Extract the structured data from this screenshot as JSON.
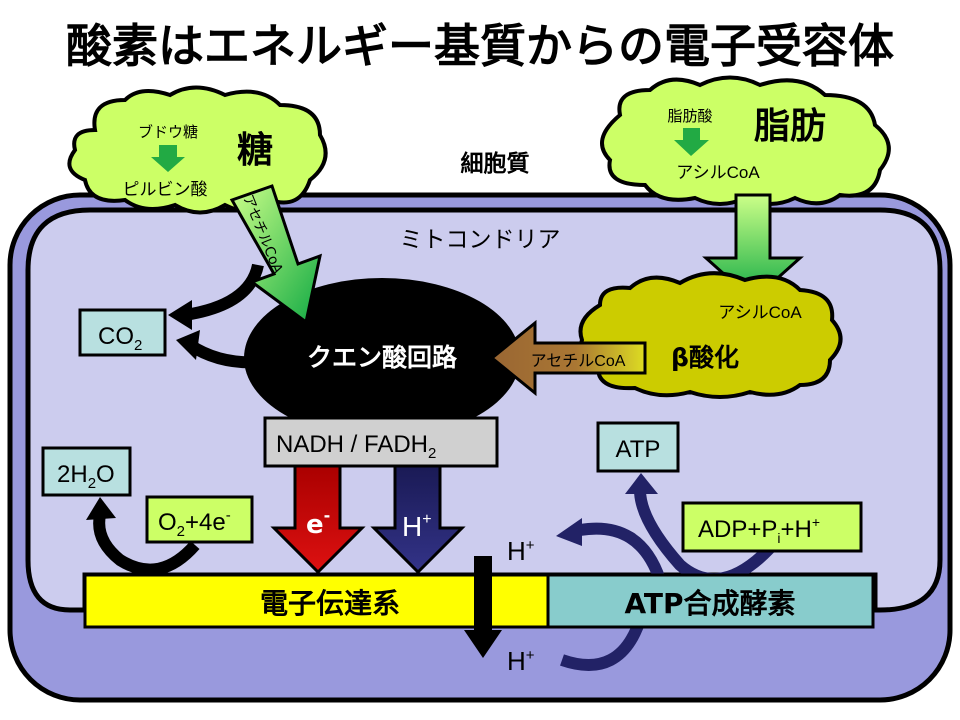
{
  "title": "酸素はエネルギー基質からの電子受容体",
  "regions": {
    "cytoplasm": "細胞質",
    "mitochondria": "ミトコンドリア"
  },
  "sugar_cloud": {
    "heading": "糖",
    "from": "ブドウ糖",
    "to": "ピルビン酸"
  },
  "fat_cloud": {
    "heading": "脂肪",
    "from": "脂肪酸",
    "to": "アシルCoA"
  },
  "acetyl_coa_arrow_label": "アセチルCoA",
  "beta_oxidation": {
    "heading": "β酸化",
    "input": "アシルCoA",
    "output_label": "アセチルCoA"
  },
  "citric_acid_cycle": "クエン酸回路",
  "co2": {
    "main": "CO",
    "sub": "2"
  },
  "nadh_box": {
    "main": "NADH / FADH",
    "sub": "2"
  },
  "electron_arrow": {
    "main": "e",
    "sup": "-"
  },
  "proton_arrow": {
    "main": "H",
    "sup": "+"
  },
  "water_box": {
    "pre": "2H",
    "sub": "2",
    "post": "O"
  },
  "oxygen_box": {
    "pre": "O",
    "sub": "2",
    "mid": "+4e",
    "sup": "-"
  },
  "atp_box": "ATP",
  "adp_box": {
    "pre": "ADP+P",
    "sub": "i",
    "mid": "+H",
    "sup": "+"
  },
  "proton_labels": [
    {
      "main": "H",
      "sup": "+"
    },
    {
      "main": "H",
      "sup": "+"
    }
  ],
  "electron_transport_chain": "電子伝達系",
  "atp_synthase": "ATP合成酵素",
  "colors": {
    "cloud_light": "#ccff66",
    "cloud_beta": "#cccc00",
    "mito_outer": "#9999dd",
    "mito_inner": "#ccccee",
    "cycle": "#000000",
    "etc": "#ffff00",
    "synthase": "#88cccc",
    "box_cyan": "#b8e0e0",
    "box_gray": "#d0d0d0",
    "electron_red": "#cc0000",
    "proton_navy": "#222266",
    "acetyl_brown": "#996633",
    "green_arrow": "#22aa44"
  }
}
